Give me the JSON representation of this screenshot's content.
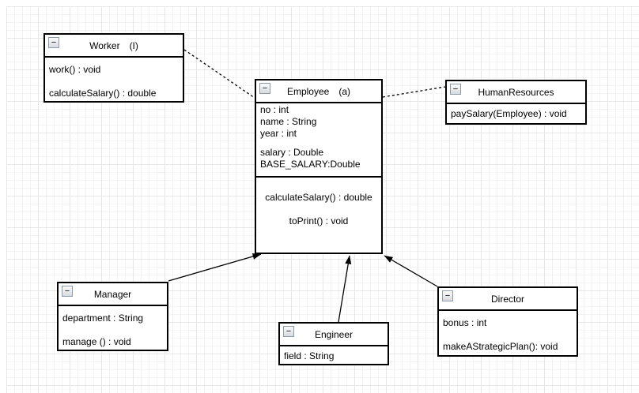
{
  "canvas": {
    "background": "#ffffff",
    "grid_minor_color": "#f4f4f4",
    "grid_major_color": "#e7e7e7",
    "shape_border_color": "#000000",
    "shape_fill_color": "#ffffff",
    "edge_color": "#000000"
  },
  "icons": {
    "collapse_glyph": "−"
  },
  "classes": {
    "worker": {
      "name": "Worker",
      "tag": "(I)",
      "members": [
        "work() : void",
        "calculateSalary() : double"
      ]
    },
    "employee": {
      "name": "Employee",
      "tag": "(a)",
      "attributes": [
        "no : int",
        "name : String",
        "year : int"
      ],
      "attributes2": [
        "salary : Double",
        "BASE_SALARY:Double"
      ],
      "methods": [
        "calculateSalary() : double",
        "toPrint() : void"
      ]
    },
    "human_resources": {
      "name": "HumanResources",
      "members": [
        "paySalary(Employee) : void"
      ]
    },
    "manager": {
      "name": "Manager",
      "members": [
        "department : String",
        "manage () : void"
      ]
    },
    "engineer": {
      "name": "Engineer",
      "members": [
        "field : String"
      ]
    },
    "director": {
      "name": "Director",
      "members": [
        "bonus : int",
        "makeAStrategicPlan(): void"
      ]
    }
  },
  "edges": [
    {
      "from": "Worker",
      "to": "Employee",
      "style": "dashed",
      "kind": "realization"
    },
    {
      "from": "Employee",
      "to": "HumanResources",
      "style": "dashed",
      "kind": "dependency"
    },
    {
      "from": "Manager",
      "to": "Employee",
      "style": "solid-arrow",
      "kind": "generalization"
    },
    {
      "from": "Engineer",
      "to": "Employee",
      "style": "solid-arrow",
      "kind": "generalization"
    },
    {
      "from": "Director",
      "to": "Employee",
      "style": "solid-arrow",
      "kind": "generalization"
    }
  ]
}
